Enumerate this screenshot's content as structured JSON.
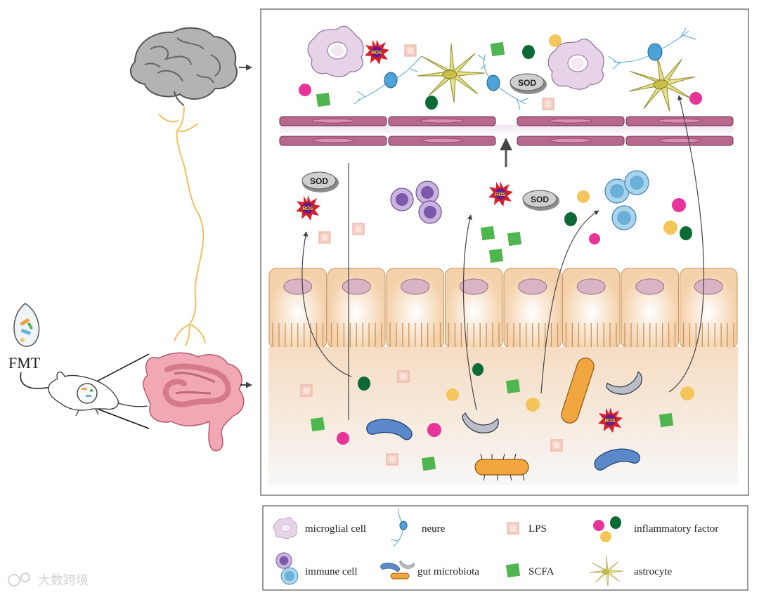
{
  "fmt_label": "FMT",
  "bubbles": {
    "sod": "SOD",
    "ros": "ROS"
  },
  "legend": {
    "microglial": "microglial cell",
    "neure": "neure",
    "lps": "LPS",
    "inflammatory": "inflammatory factor",
    "immune": "immune cell",
    "microbiota": "gut microbiota",
    "scfa": "SCFA",
    "astrocyte": "astrocyte"
  },
  "watermark": "大数跨境",
  "colors": {
    "microglia": "#e6d3e8",
    "neuron": "#4da3d8",
    "astrocyte": "#e6e08a",
    "endothelium": "#b8678d",
    "epithelium": "#f4d1aa",
    "lumen": "#f9e5d2",
    "lps": "#f2b8aa",
    "scfa": "#4fb54f",
    "inflam_pink": "#e8339a",
    "inflam_green": "#0c6a37",
    "inflam_yellow": "#f4c55a",
    "immune_purple": "#8c6cb4",
    "immune_blue": "#6ab0d8",
    "ros_red": "#d6202a",
    "brain": "#a9a9a9",
    "vagus": "#f0c060",
    "intestine": "#f2a8b4"
  },
  "icons": [
    "brain-icon",
    "vagus-nerve-icon",
    "intestine-icon",
    "mouse-icon",
    "fmt-capsule-icon",
    "microglia-icon",
    "neuron-icon",
    "astrocyte-icon",
    "lps-icon",
    "scfa-icon",
    "immune-cell-icon",
    "bacteria-icon",
    "ros-icon",
    "sod-icon"
  ]
}
